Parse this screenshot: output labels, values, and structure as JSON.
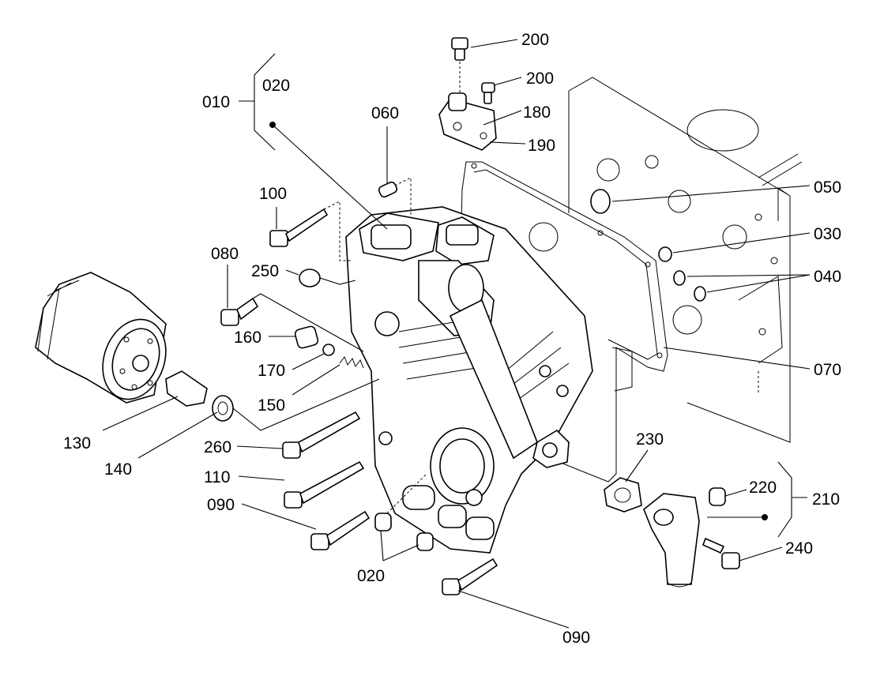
{
  "callouts": [
    {
      "id": "010",
      "text": "010"
    },
    {
      "id": "020a",
      "text": "020"
    },
    {
      "id": "060",
      "text": "060"
    },
    {
      "id": "200a",
      "text": "200"
    },
    {
      "id": "200b",
      "text": "200"
    },
    {
      "id": "180",
      "text": "180"
    },
    {
      "id": "190",
      "text": "190"
    },
    {
      "id": "050",
      "text": "050"
    },
    {
      "id": "030",
      "text": "030"
    },
    {
      "id": "040",
      "text": "040"
    },
    {
      "id": "070",
      "text": "070"
    },
    {
      "id": "100",
      "text": "100"
    },
    {
      "id": "080",
      "text": "080"
    },
    {
      "id": "250",
      "text": "250"
    },
    {
      "id": "160",
      "text": "160"
    },
    {
      "id": "170",
      "text": "170"
    },
    {
      "id": "150",
      "text": "150"
    },
    {
      "id": "130",
      "text": "130"
    },
    {
      "id": "140",
      "text": "140"
    },
    {
      "id": "260",
      "text": "260"
    },
    {
      "id": "110",
      "text": "110"
    },
    {
      "id": "090a",
      "text": "090"
    },
    {
      "id": "020b",
      "text": "020"
    },
    {
      "id": "090b",
      "text": "090"
    },
    {
      "id": "230",
      "text": "230"
    },
    {
      "id": "220",
      "text": "220"
    },
    {
      "id": "210",
      "text": "210"
    },
    {
      "id": "240",
      "text": "240"
    }
  ]
}
